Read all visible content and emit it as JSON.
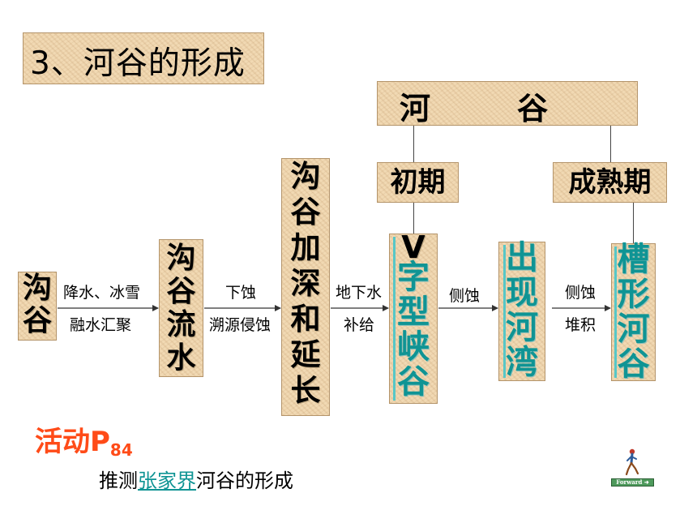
{
  "title": "3、河谷的形成",
  "valley_header": {
    "left": "河",
    "right": "谷"
  },
  "stages": {
    "early": "初期",
    "mature": "成熟期"
  },
  "boxes": {
    "gully": "沟\n谷",
    "gully_flow": "沟\n谷\n流\n水",
    "deepen": "沟\n谷\n加\n深\n和\n延\n长",
    "v_letter": "V",
    "v_valley": "字\n型\n峡\n谷",
    "bend": "出\n现\n河\n湾",
    "trough": "槽\n形\n河\n谷"
  },
  "labels": {
    "a1_top": "降水、冰雪",
    "a1_bottom": "融水汇聚",
    "a2_top": "下蚀",
    "a2_bottom": "溯源侵蚀",
    "a3_top": "地下水",
    "a3_bottom": "补给",
    "a4_top": "侧蚀",
    "a5_top": "侧蚀",
    "a5_bottom": "堆积"
  },
  "activity": {
    "label": "活动P",
    "page": "84"
  },
  "inference": {
    "prefix": "推测",
    "link": "张家界",
    "suffix": "河谷的形成"
  },
  "forward_button": "Forward ➜",
  "colors": {
    "accent_teal": "#0f9494",
    "activity_red": "#ff4b18",
    "parchment": "#f1d9b3"
  }
}
